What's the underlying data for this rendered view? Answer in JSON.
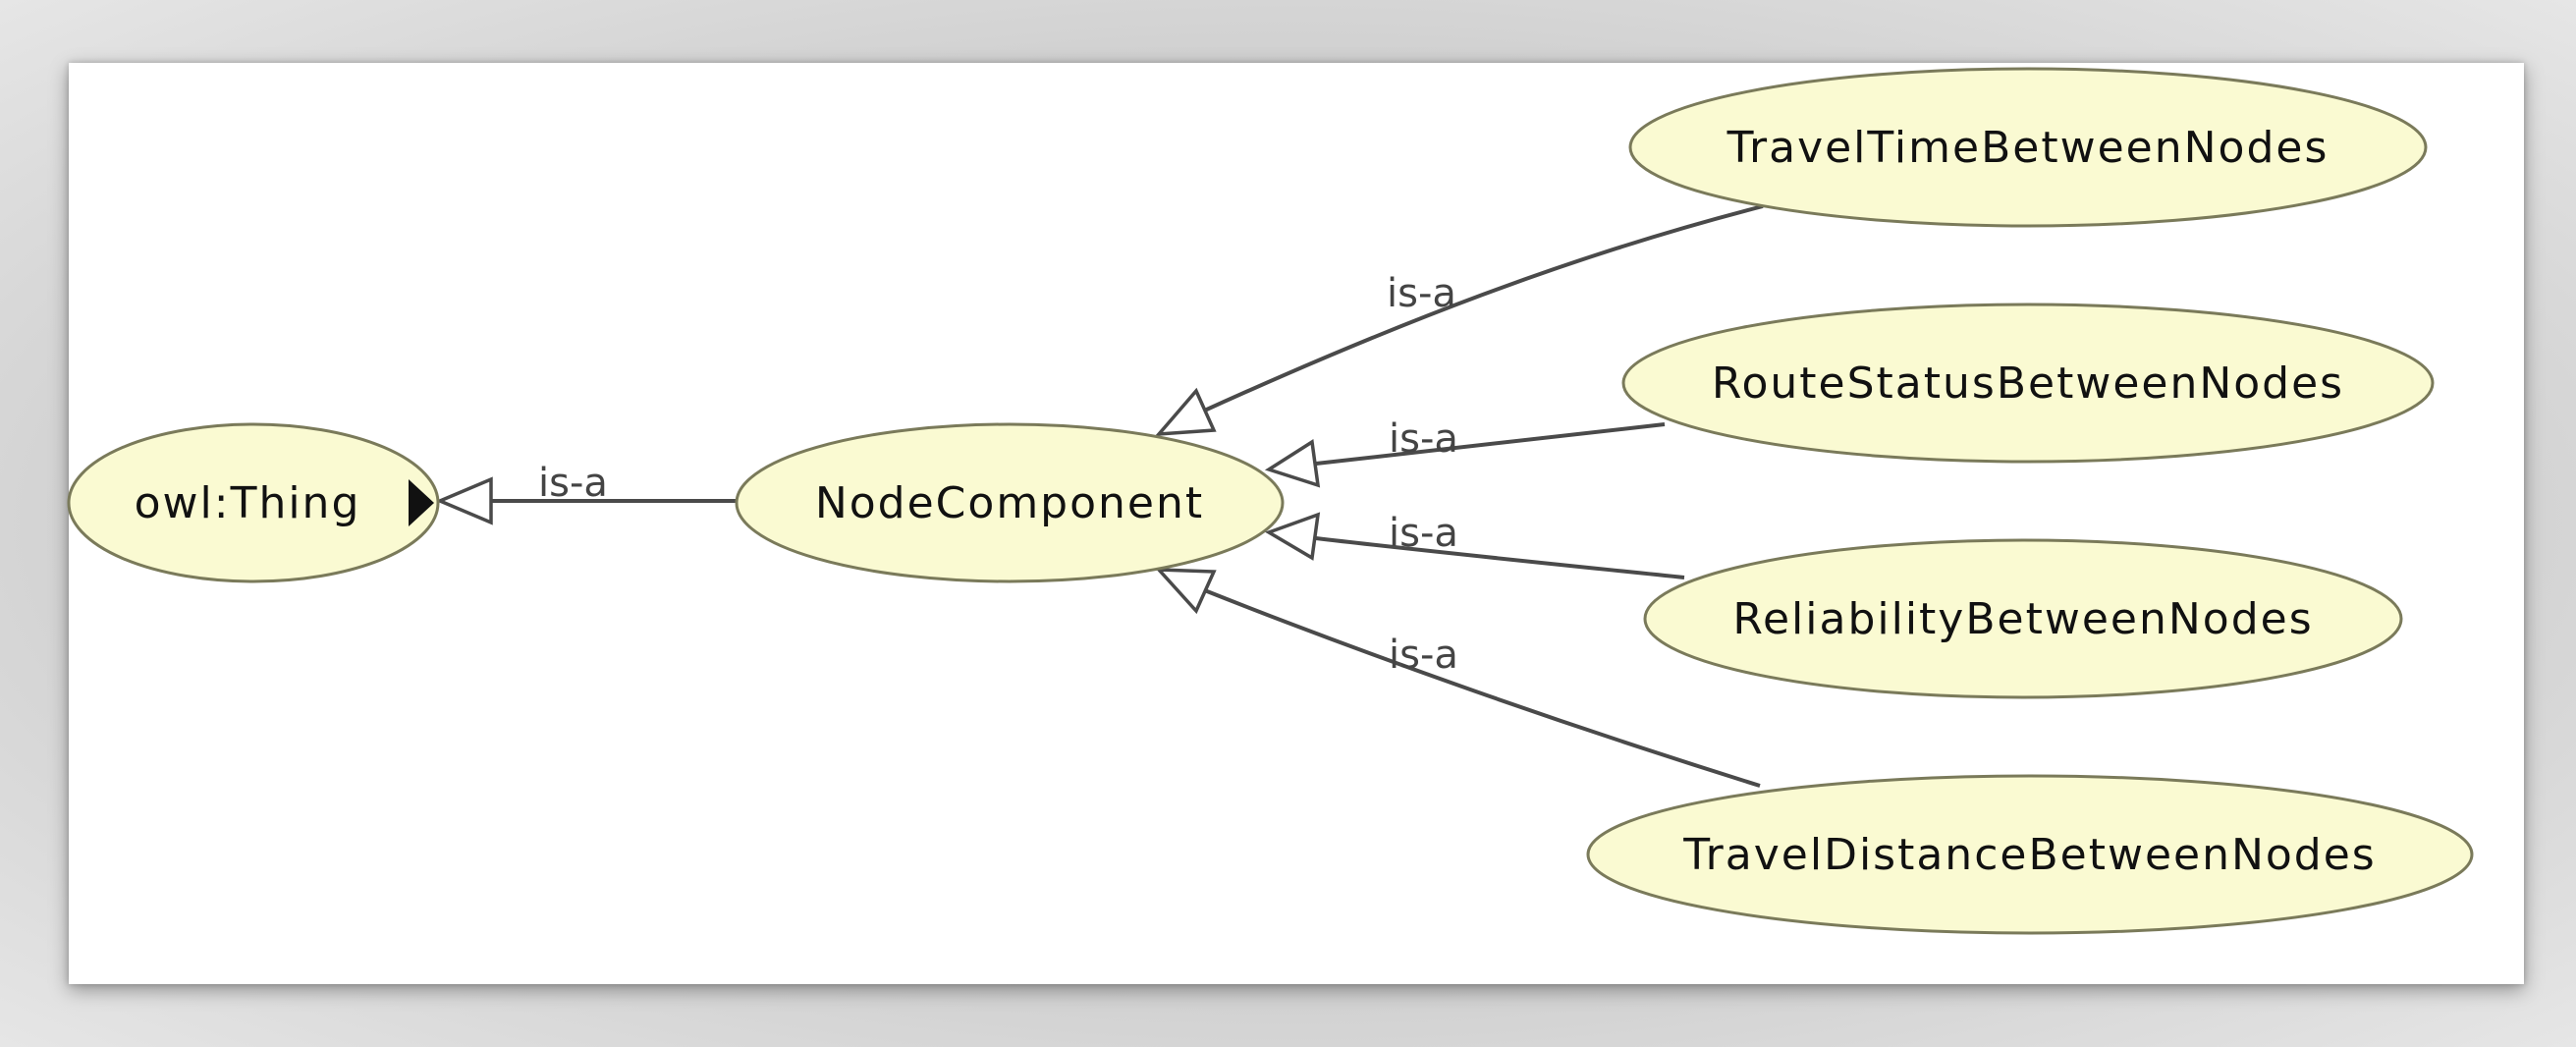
{
  "nodes": {
    "owl_thing": "owl:Thing",
    "node_component": "NodeComponent",
    "travel_time": "TravelTimeBetweenNodes",
    "route_status": "RouteStatusBetweenNodes",
    "reliability": "ReliabilityBetweenNodes",
    "travel_distance": "TravelDistanceBetweenNodes"
  },
  "edges": {
    "label": "is-a",
    "component_to_thing": "is-a",
    "time_to_component": "is-a",
    "status_to_component": "is-a",
    "reliability_to_component": "is-a",
    "distance_to_component": "is-a"
  },
  "colors": {
    "node_fill": "#fafad2",
    "node_stroke": "#7a7a5a",
    "edge": "#4a4a4a"
  }
}
